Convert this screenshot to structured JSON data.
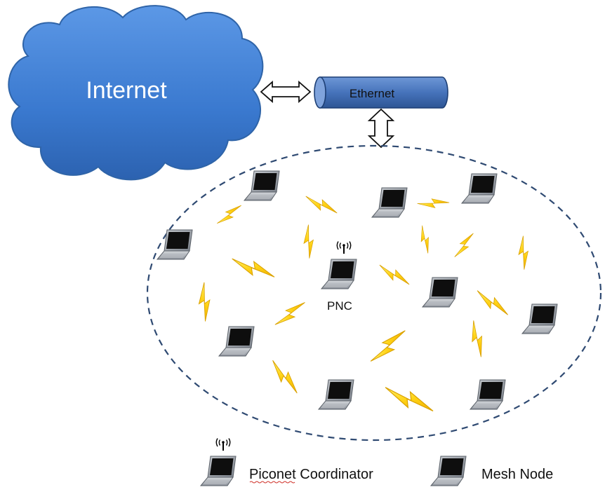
{
  "diagram": {
    "cloud_label": "Internet",
    "ethernet_label": "Ethernet",
    "pnc_label": "PNC",
    "colors": {
      "cloud_fill": "#3e7fd6",
      "cloud_stroke": "#2f64a8",
      "ethernet_fill": "#4a78c0",
      "ethernet_stroke": "#1d3f75",
      "ellipse_stroke": "#2f4a72",
      "lightning_fill": "#ffd21a",
      "lightning_stroke": "#e1a500",
      "laptop_body": "#9da3ab",
      "laptop_screen": "#0e0e0e"
    },
    "legend": {
      "coordinator_label": "Piconet Coordinator",
      "mesh_node_label": "Mesh Node"
    }
  }
}
